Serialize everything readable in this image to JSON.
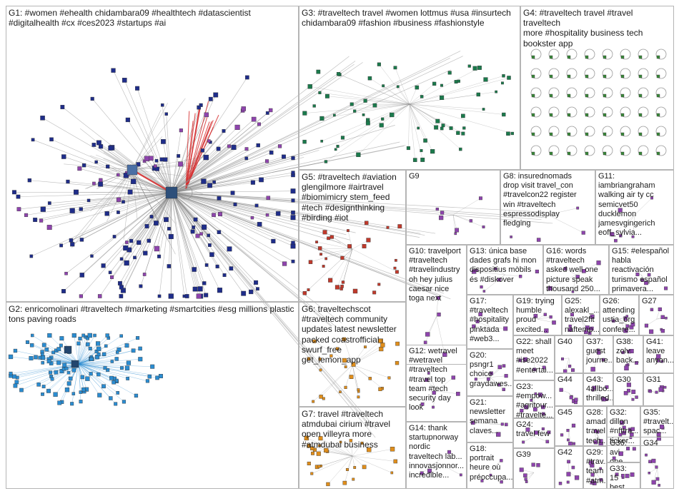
{
  "colors": {
    "edge": "#8c8c8c",
    "highlight_edge": "#d63031",
    "g1_node": "#1f2d8a",
    "g2_node": "#2a8cd1",
    "g3_node": "#1b7a4c",
    "g4_node": "#3a8a3a",
    "g5_node": "#c0392b",
    "g6_node": "#e08e1b",
    "misc_node": "#8e44ad"
  },
  "groups": [
    {
      "id": "G1",
      "label": "G1: #women #ehealth chidambara09 #healthtech #datascientist\n#digitalhealth #cx #ces2023 #startups #ai"
    },
    {
      "id": "G2",
      "label": "G2: enricomolinari #traveltech #marketing #smartcities #esg millions plastic\ntons paving roads"
    },
    {
      "id": "G3",
      "label": "G3: #traveltech travel #women lottmus #usa #insurtech\nchidambara09 #fashion #business #fashionstyle"
    },
    {
      "id": "G4",
      "label": "G4: #traveltech travel #travel traveltech\nmore #hospitality business tech\nbookster app"
    },
    {
      "id": "G5",
      "label": "G5: #traveltech #aviation\nglengilmore #airtravel\n#biomimicry stem_feed\n#tech #designthinking\n#birding #iot"
    },
    {
      "id": "G6",
      "label": "G6: traveltechscot\n#traveltech community\nupdates latest newsletter\npacked coastrofficial\nswurf_free get_lemon_app"
    },
    {
      "id": "G7",
      "label": "G7: travel #traveltech\natmdubai cirium #travel\nopen villeyra more\n#atmdubai business"
    },
    {
      "id": "G8",
      "label": "G8: insurednomads\ndrop visit travel_con\n#travelcon22 register\nwin #traveltech\nespressodisplay\nfledging"
    },
    {
      "id": "G9",
      "label": "G9"
    },
    {
      "id": "G10",
      "label": "G10: travelport\n#traveltech\n#travelindustry\noh hey julius\ncaesar nice\ntoga next"
    },
    {
      "id": "G11",
      "label": "G11:\niambriangraham\nwalking air ty cc\nsemicvet50\nducklemon\njamesvgingerich\neoff_sylvia..."
    },
    {
      "id": "G12",
      "label": "G12: wetravel\n#wetravel\n#traveltech\n#travel top\nteam #tech\nsecurity day\nlook"
    },
    {
      "id": "G13",
      "label": "G13: única base\ndades grafs hi mon\ndispositius mòbils\nés #diskover"
    },
    {
      "id": "G14",
      "label": "G14: thank\nstartupnorway\nnordic\ntraveltech lab...\ninnovasjonnor...\nincredible..."
    },
    {
      "id": "G15",
      "label": "G15: #elespañol\nhabla\nreactivación\nturismo español\nprimavera..."
    },
    {
      "id": "G16",
      "label": "G16: words\n#traveltech\nasked well one\npicture speak\nthousand 250..."
    },
    {
      "id": "G17",
      "label": "G17:\n#traveltech\n#hospitality\npinktada\n#web3..."
    },
    {
      "id": "G18",
      "label": "G18:\nportrait\nheure où\npréoccupa..."
    },
    {
      "id": "G19",
      "label": "G19: trying\nhumble\nproud\nexcited..."
    },
    {
      "id": "G20",
      "label": "G20:\npsngr1\nchoice\ngraydawes..."
    },
    {
      "id": "G21",
      "label": "G21:\nnewsletter\nsemana\nclaves..."
    },
    {
      "id": "G22",
      "label": "G22: shall\nmeet\n#ise2022\n#entertai..."
    },
    {
      "id": "G23",
      "label": "G23:\n#empow...\n#agritour...\n#travelte..."
    },
    {
      "id": "G24",
      "label": "G24:\ntravel few"
    },
    {
      "id": "G25",
      "label": "G25:\nalexakl_...\ntravel2fit\nnaftemp..."
    },
    {
      "id": "G26",
      "label": "G26:\nattending\nustia_org\nconfere..."
    },
    {
      "id": "G27",
      "label": "G27"
    },
    {
      "id": "G28",
      "label": "G28:\namad...\ntravel\ntech..."
    },
    {
      "id": "G29",
      "label": "G29:\n#trav...\nteam\n#atm..."
    },
    {
      "id": "G30",
      "label": "G30"
    },
    {
      "id": "G31",
      "label": "G31"
    },
    {
      "id": "G32",
      "label": "G32:\ndillon\n#nfttra...\nticker..."
    },
    {
      "id": "G33",
      "label": "G33: 15\nbest..."
    },
    {
      "id": "G34",
      "label": "G34"
    },
    {
      "id": "G35",
      "label": "G35:\n#travelt...\nspac..."
    },
    {
      "id": "G36",
      "label": "G36: avi\none best..."
    },
    {
      "id": "G37",
      "label": "G37:\nguest\njourne..."
    },
    {
      "id": "G38",
      "label": "G38:\nzolv\nback..."
    },
    {
      "id": "G39",
      "label": "G39"
    },
    {
      "id": "G40",
      "label": "G40"
    },
    {
      "id": "G41",
      "label": "G41:\nleave\nanyon..."
    },
    {
      "id": "G42",
      "label": "G42"
    },
    {
      "id": "G43",
      "label": "G43:\n4allbo...\nthrilled..."
    },
    {
      "id": "G44",
      "label": "G44"
    },
    {
      "id": "G45",
      "label": "G45"
    }
  ]
}
